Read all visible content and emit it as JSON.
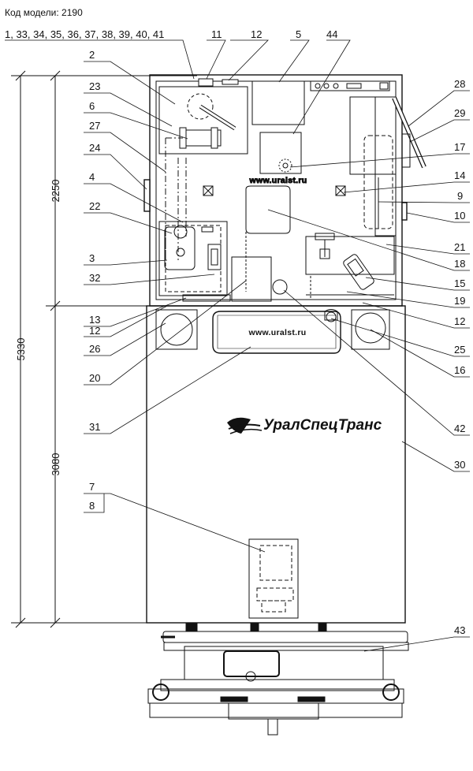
{
  "header": {
    "model_code": "Код модели: 2190"
  },
  "callouts_left": [
    "1, 33, 34, 35, 36, 37, 38, 39, 40, 41",
    "2",
    "23",
    "6",
    "27",
    "24",
    "4",
    "22",
    "3",
    "32",
    "13",
    "12",
    "26",
    "20",
    "31",
    "7",
    "8"
  ],
  "callouts_top": [
    "11",
    "12",
    "5",
    "44"
  ],
  "callouts_right": [
    "28",
    "29",
    "17",
    "14",
    "9",
    "10",
    "21",
    "18",
    "15",
    "19",
    "12",
    "25",
    "16",
    "42",
    "30",
    "43"
  ],
  "dimensions": {
    "total": "5330",
    "upper": "2250",
    "lower": "3080"
  },
  "site_url": "www.uralst.ru",
  "brand": "УралСпецТранс"
}
